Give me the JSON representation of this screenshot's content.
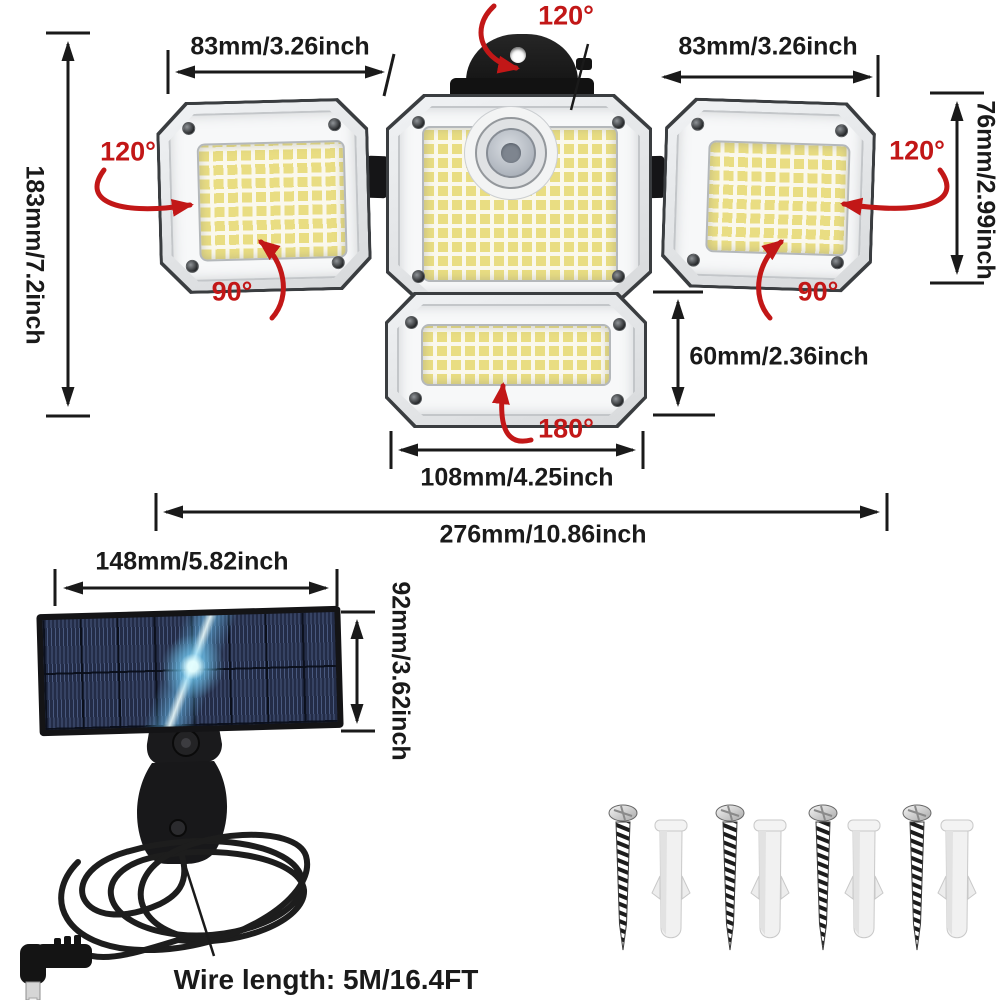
{
  "dimensions": {
    "head_rotation": "120°",
    "left_lamp_width": "83mm/3.26inch",
    "right_lamp_width": "83mm/3.26inch",
    "total_height": "183mm/7.2inch",
    "side_lamp_height": "76mm/2.99inch",
    "left_lamp_rotation": "120°",
    "right_lamp_rotation": "120°",
    "left_lamp_tilt": "90°",
    "right_lamp_tilt": "90°",
    "bottom_lamp_height": "60mm/2.36inch",
    "bottom_lamp_rotation": "180°",
    "bottom_lamp_width": "108mm/4.25inch",
    "total_width": "276mm/10.86inch",
    "solar_panel_width": "148mm/5.82inch",
    "solar_panel_height": "92mm/3.62inch"
  },
  "wire": {
    "length_label": "Wire length: 5M/16.4FT"
  },
  "hardware": {
    "screw_count": 4,
    "anchor_count": 4
  },
  "colors": {
    "accent_red": "#c21717",
    "dimension_black": "#1a1a1a",
    "led_yellow": "#e9dd82",
    "solar_navy": "#232c47"
  }
}
